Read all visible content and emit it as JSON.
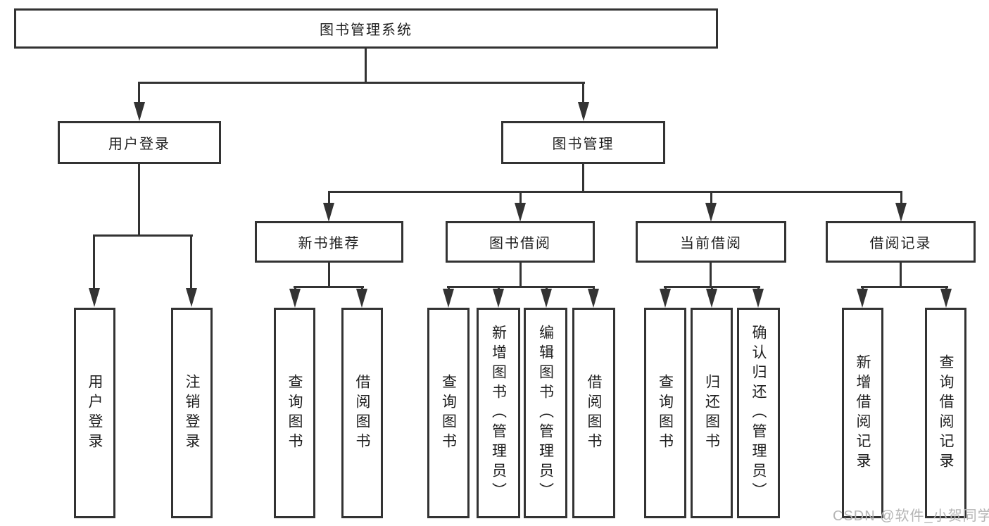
{
  "diagram": {
    "root_label": "图书管理系统",
    "branches": [
      {
        "label": "用户登录",
        "leaves": [
          "用户登录",
          "注销登录"
        ]
      },
      {
        "label": "图书管理",
        "groups": [
          {
            "label": "新书推荐",
            "leaves": [
              "查询图书",
              "借阅图书"
            ]
          },
          {
            "label": "图书借阅",
            "leaves": [
              "查询图书",
              "新增图书（管理员）",
              "编辑图书（管理员）",
              "借阅图书"
            ]
          },
          {
            "label": "当前借阅",
            "leaves": [
              "查询图书",
              "归还图书",
              "确认归还（管理员）"
            ]
          },
          {
            "label": "借阅记录",
            "leaves": [
              "新增借阅记录",
              "查询借阅记录"
            ]
          }
        ]
      }
    ],
    "watermark": "CSDN @软件_小贺同学",
    "colors": {
      "line": "#333333",
      "box_background": "#ffffff",
      "text": "#1f1f1f",
      "watermark": "#b5b5b5"
    }
  }
}
